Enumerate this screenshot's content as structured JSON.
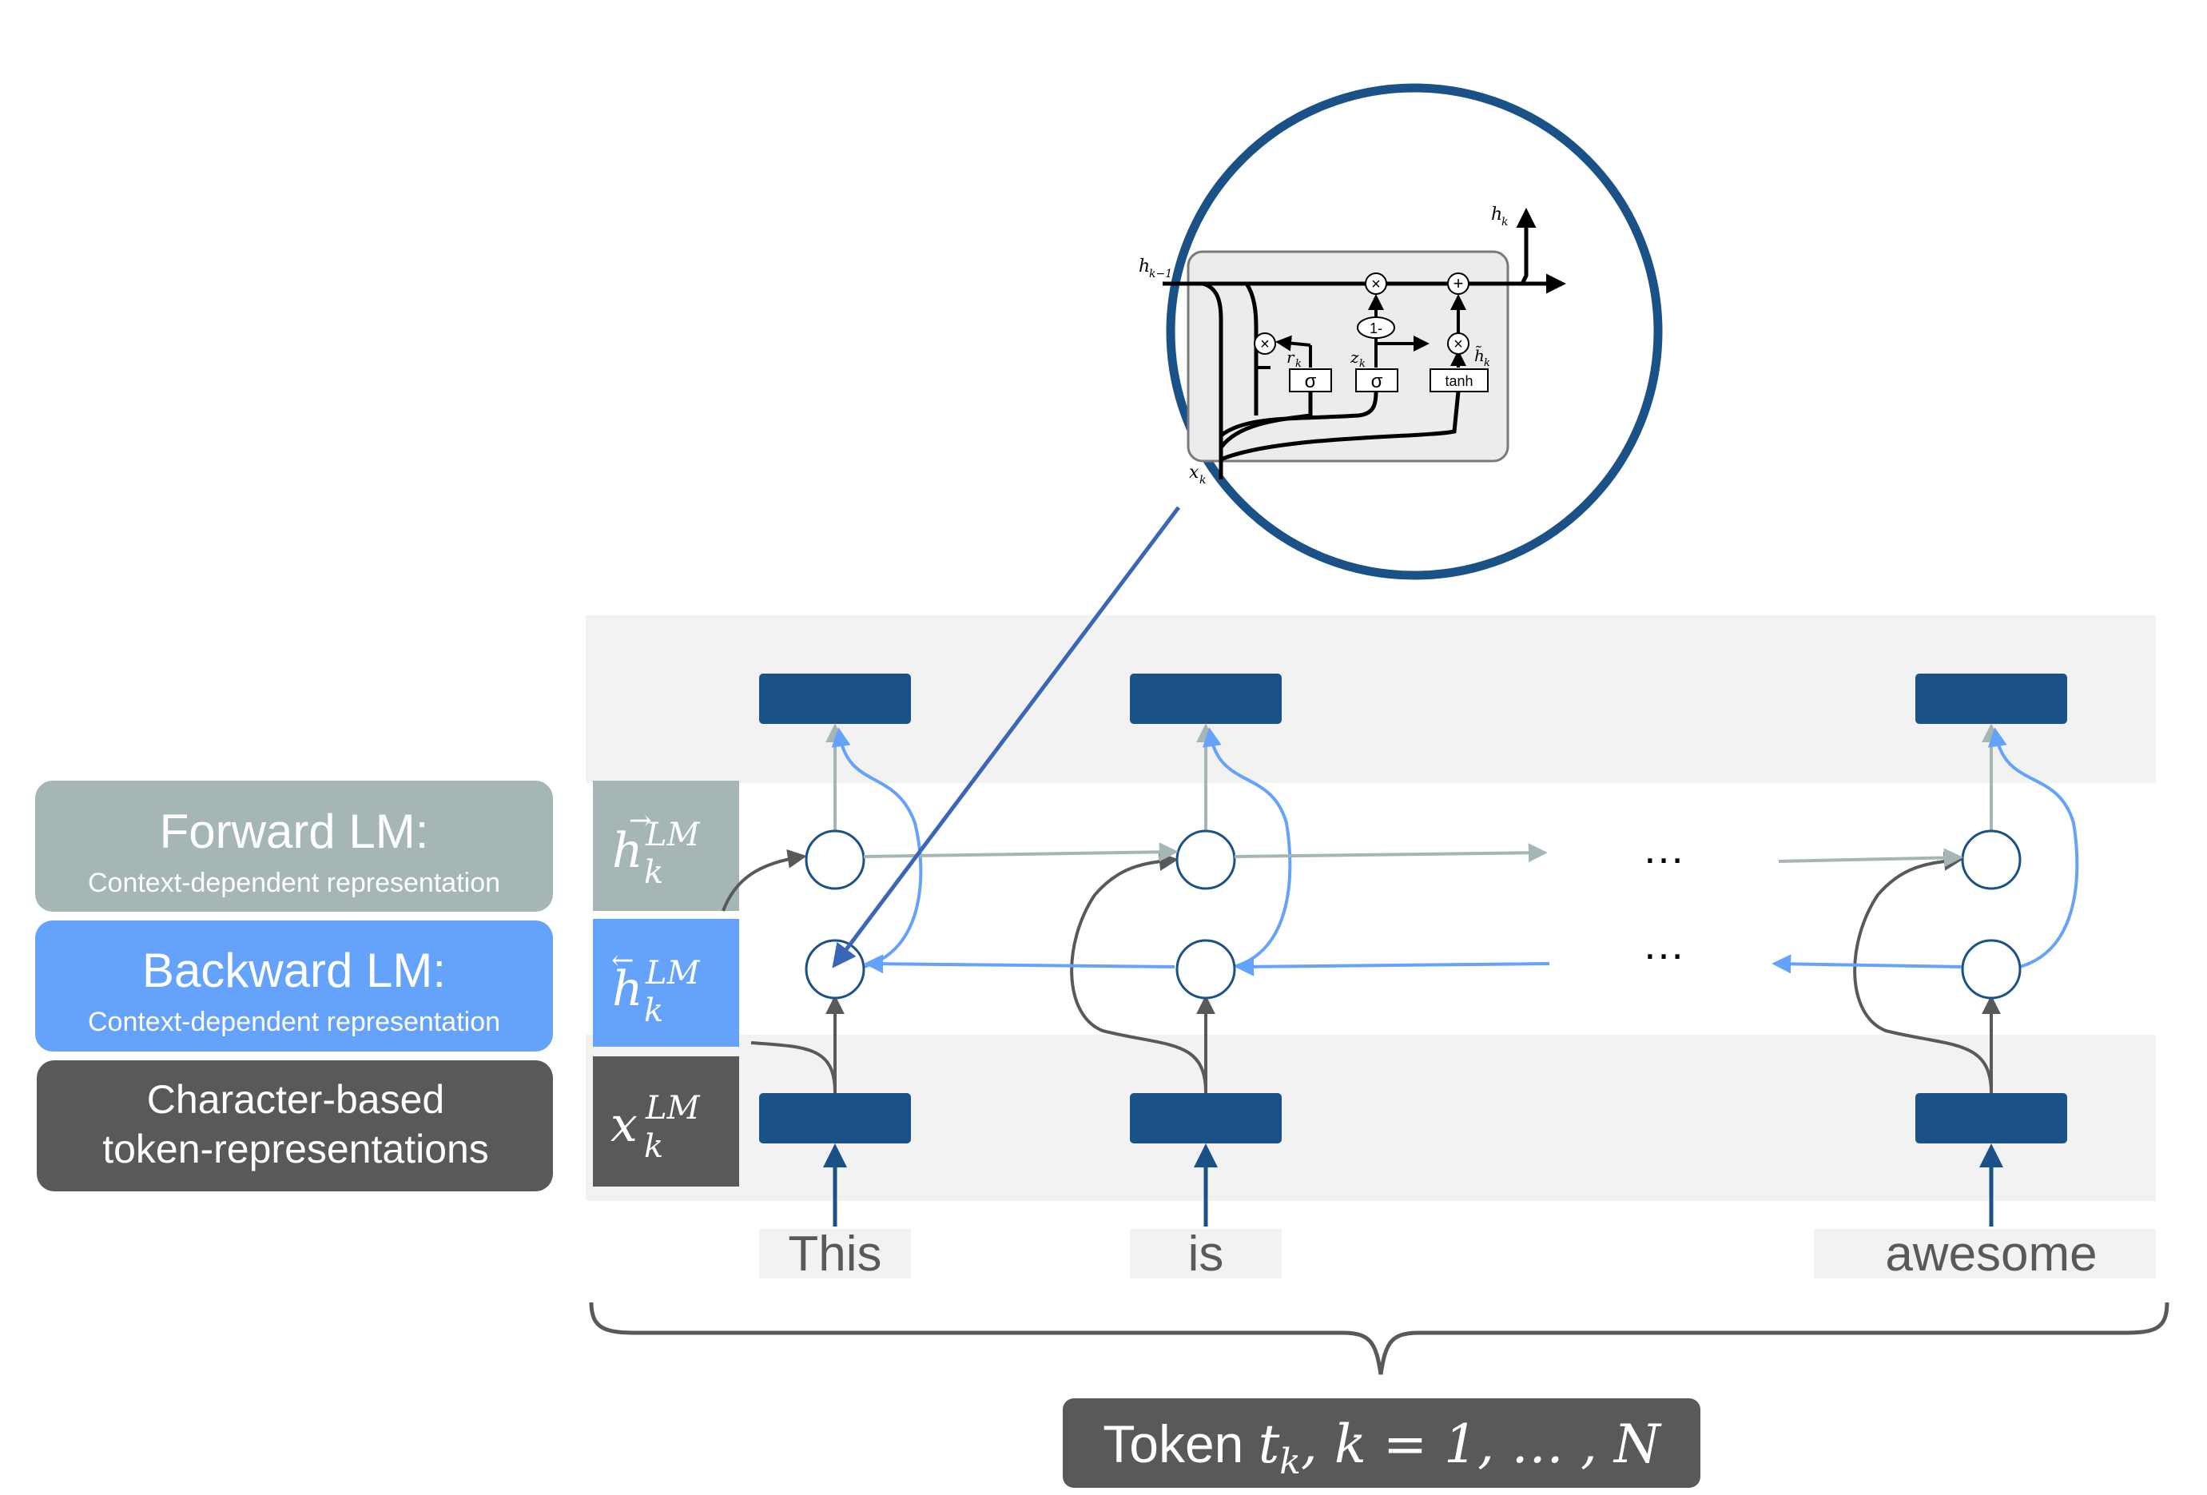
{
  "legend": {
    "forward": {
      "title": "Forward LM:",
      "subtitle": "Context-dependent representation"
    },
    "backward": {
      "title": "Backward LM:",
      "subtitle": "Context-dependent representation"
    },
    "char": {
      "line1": "Character-based",
      "line2": "token-representations"
    }
  },
  "row_symbols": {
    "forward": {
      "base": "h",
      "accent": "→",
      "sub": "k",
      "sup": "LM"
    },
    "backward": {
      "base": "h",
      "accent": "←",
      "sub": "k",
      "sup": "LM"
    },
    "char": {
      "base": "x",
      "sub": "k",
      "sup": "LM"
    }
  },
  "tokens": [
    "This",
    "is",
    "awesome"
  ],
  "ellipsis": "…",
  "caption": {
    "prefix": "Token ",
    "t": "t",
    "k": "k",
    "rest": ", k = 1, … , N"
  },
  "gru_cell": {
    "h_prev": "h",
    "h_prev_sub": "k−1",
    "h_out": "h",
    "h_out_sub": "k",
    "x_in": "x",
    "x_in_sub": "k",
    "r": "r",
    "r_sub": "k",
    "z": "z",
    "z_sub": "k",
    "h_tilde": "h̃",
    "h_tilde_sub": "k",
    "sigma": "σ",
    "tanh": "tanh",
    "one_minus": "1-",
    "times": "×",
    "plus": "+"
  },
  "colors": {
    "forward": "#a6b6b7",
    "backward": "#64a2fb",
    "char": "#58595b",
    "node": "#1a5287",
    "band": "#f2f2f2",
    "magnifier": "#1a5287",
    "caption_bg": "#58595b"
  }
}
